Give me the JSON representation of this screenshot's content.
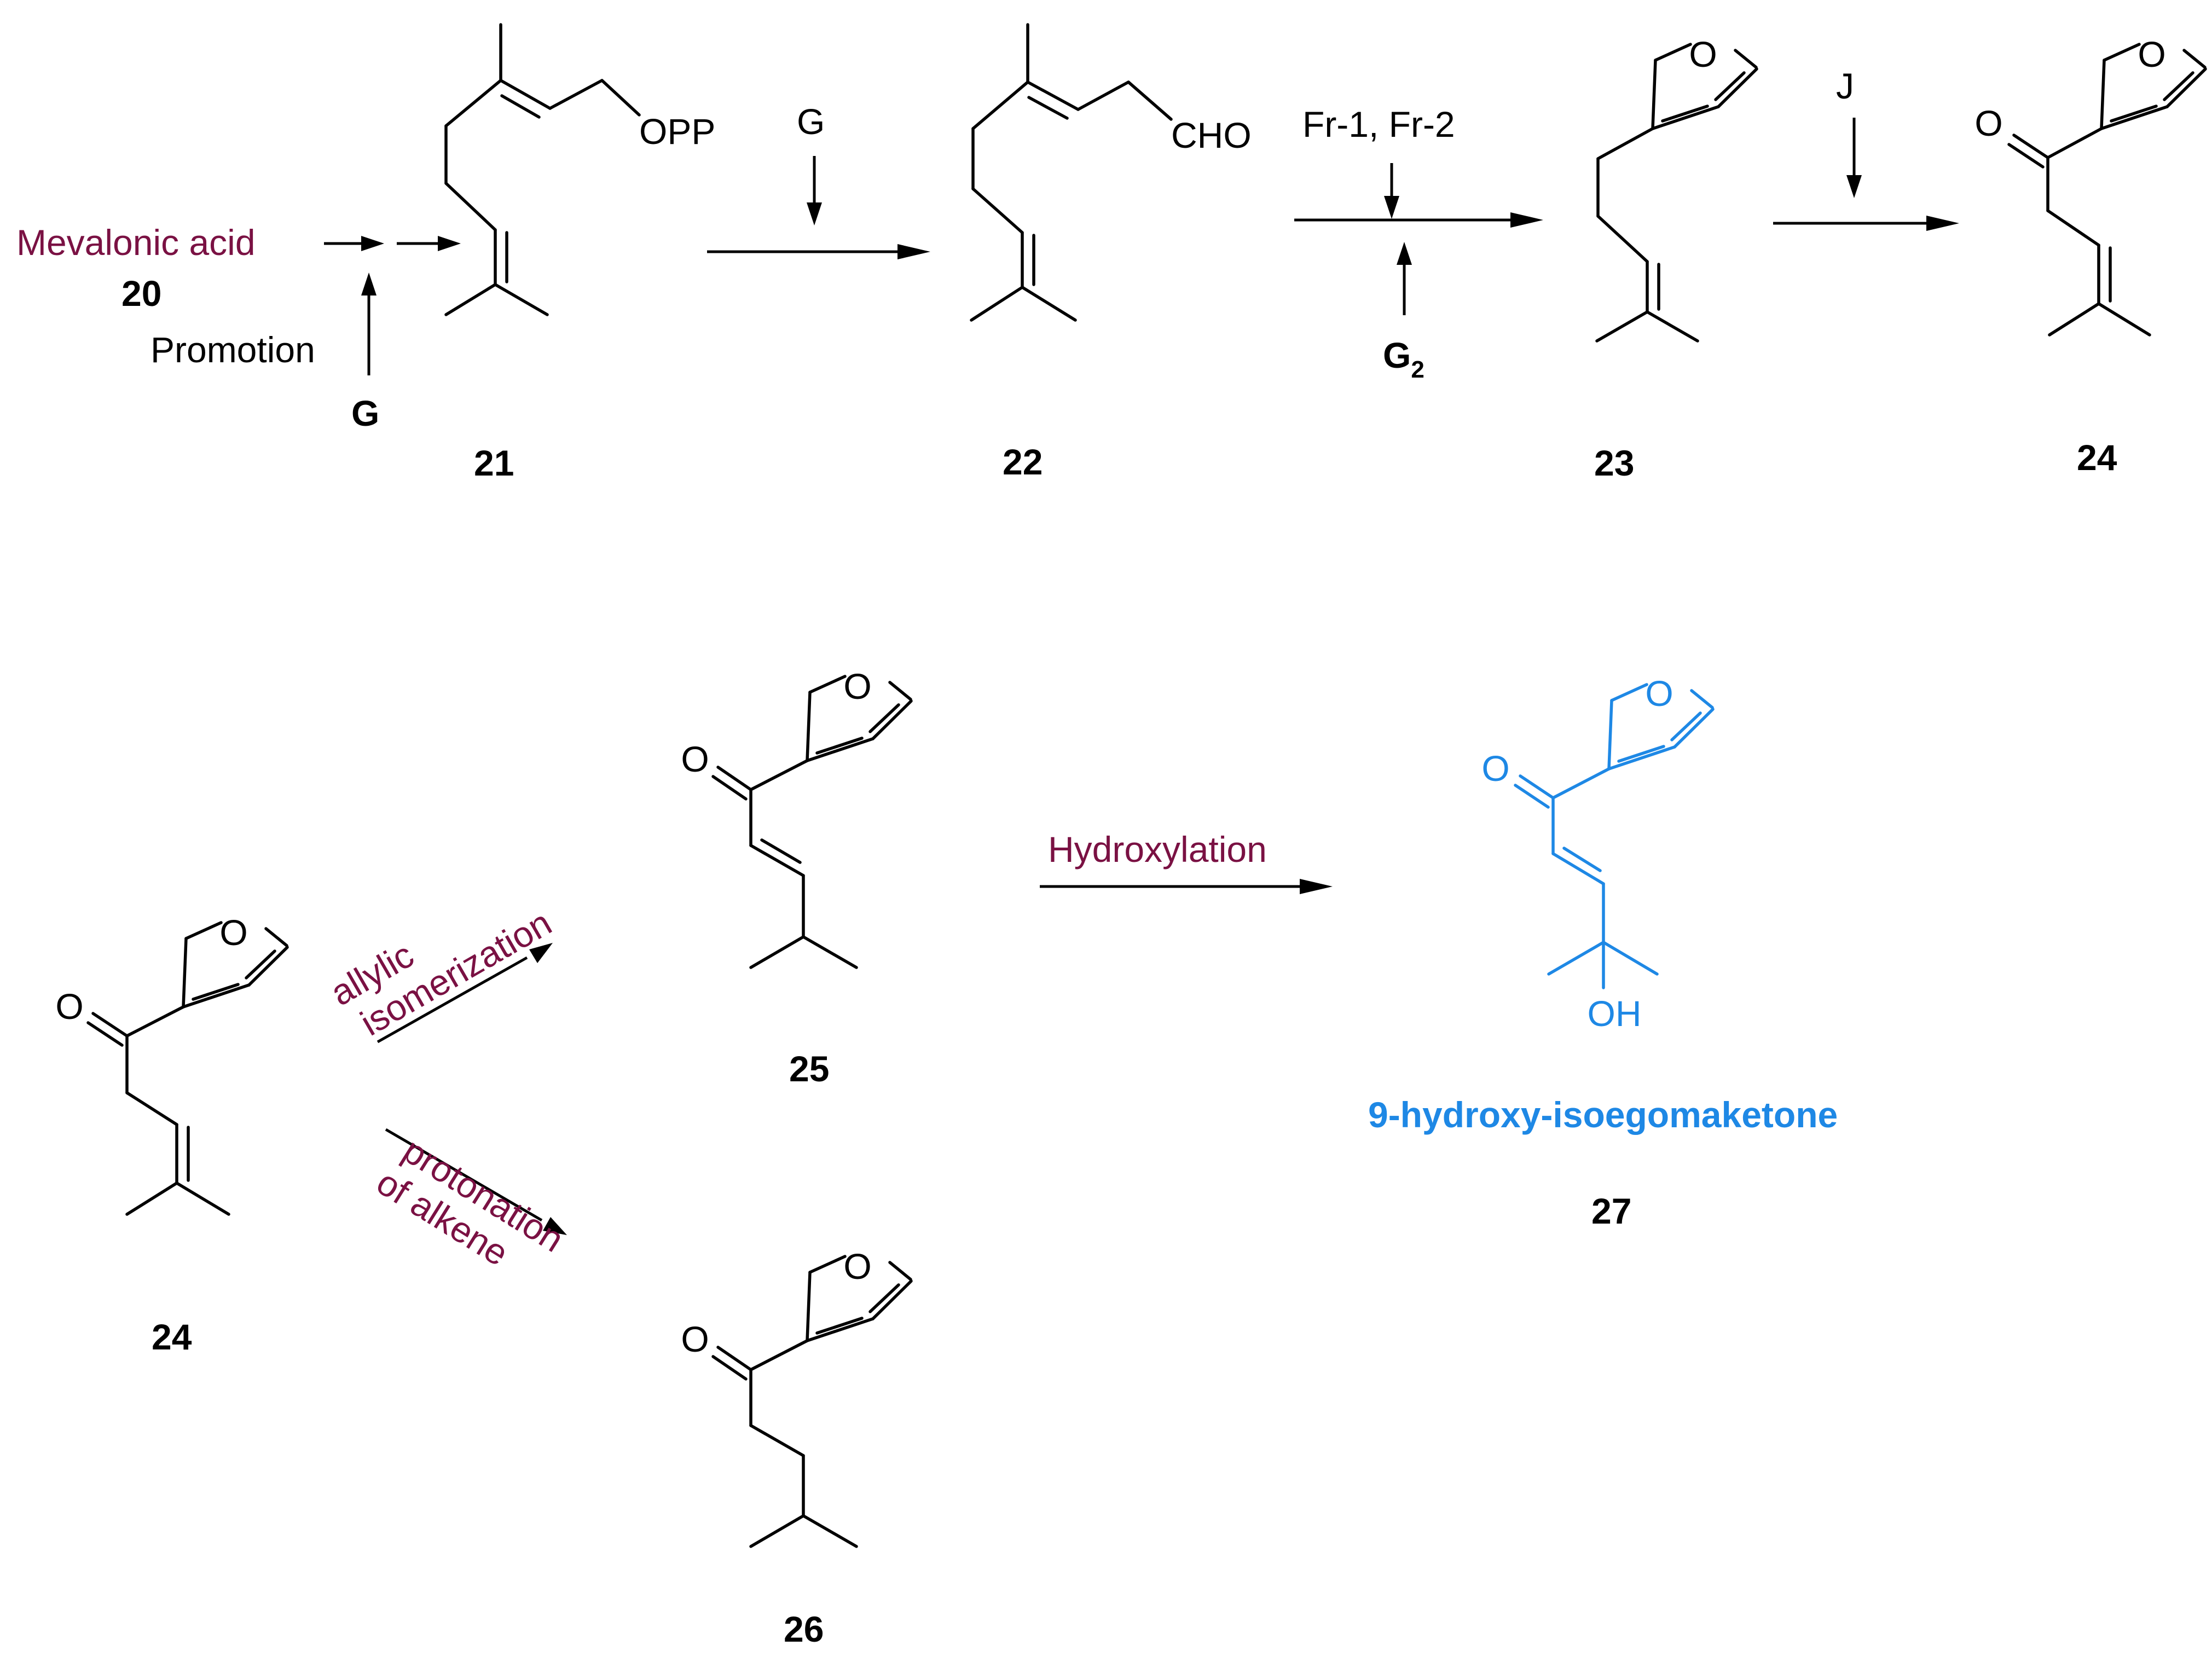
{
  "scheme": {
    "start_label": "Mevalonic acid",
    "promotion_label": "Promotion",
    "reagents": {
      "g_promotion": "G",
      "g_step": "G",
      "fr": "Fr-1, Fr-2",
      "g2_base": "G",
      "g2_sub": "2",
      "j": "J",
      "isomerization_line1": "allylic",
      "isomerization_line2": "isomerization",
      "protonation_line1": "protonation",
      "protonation_line2": "of alkene",
      "hydroxylation": "Hydroxylation"
    },
    "compound_numbers": {
      "c20": "20",
      "c21": "21",
      "c22": "22",
      "c23": "23",
      "c24_top": "24",
      "c24_bottom": "24",
      "c25": "25",
      "c26": "26",
      "c27": "27"
    },
    "product_name": "9-hydroxy-isoegomaketone",
    "atom_labels": {
      "opp": "OPP",
      "cho": "CHO",
      "o": "O",
      "oh": "OH"
    },
    "colors": {
      "text": "#000000",
      "reaction_label": "#7a1143",
      "highlight": "#1e88e5"
    }
  }
}
